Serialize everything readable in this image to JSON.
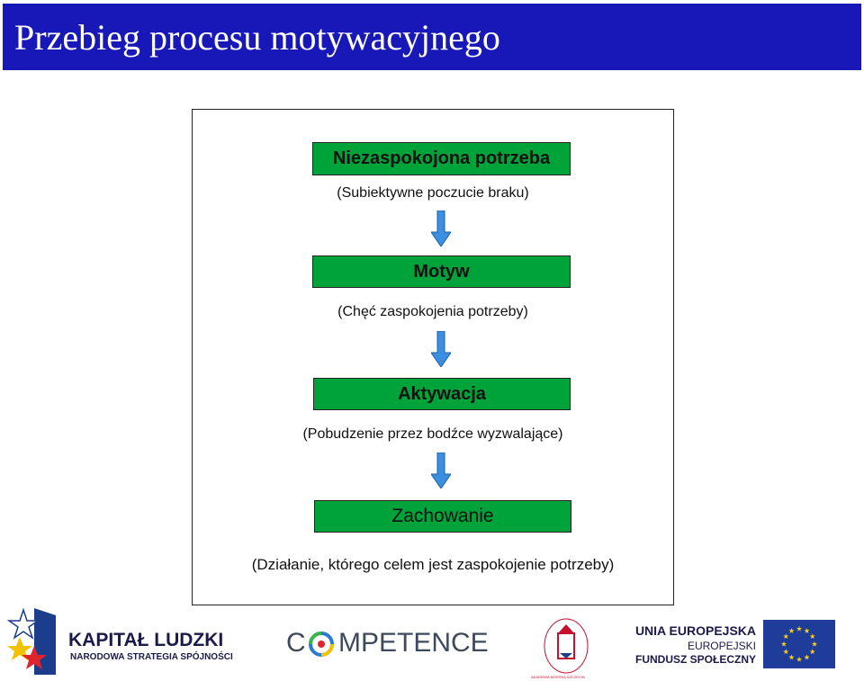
{
  "slide": {
    "title": "Przebieg procesu motywacyjnego"
  },
  "steps": [
    {
      "label": "Niezaspokojona potrzeba",
      "sub": "(Subiektywne poczucie braku)"
    },
    {
      "label": "Motyw",
      "sub": "(Chęć zaspokojenia potrzeby)"
    },
    {
      "label": "Aktywacja",
      "sub": "(Pobudzenie przez bodźce wyzwalające)"
    },
    {
      "label": "Zachowanie",
      "sub": "(Działanie, którego celem jest zaspokojenie potrzeby)"
    }
  ],
  "colors": {
    "title_bar": "#1818b8",
    "step_box": "#00a33a",
    "arrow": "#3a8fe0"
  },
  "footer": {
    "kapital": {
      "line1": "KAPITAŁ LUDZKI",
      "line2": "NARODOWA STRATEGIA SPÓJNOŚCI"
    },
    "competence": {
      "c": "C",
      "rest": "MPETENCE"
    },
    "akademia": "AKADEMIA MORSKA SZCZECIN",
    "eu": {
      "line1": "UNIA EUROPEJSKA",
      "line2": "EUROPEJSKI",
      "line3": "FUNDUSZ SPOŁECZNY"
    }
  }
}
